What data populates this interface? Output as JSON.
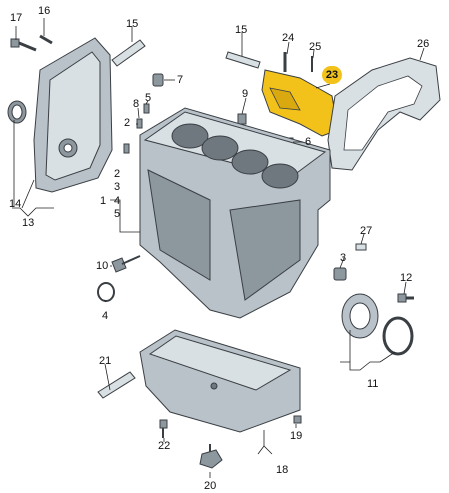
{
  "callouts": {
    "c1": "1",
    "c2": "2",
    "c3": "3",
    "c4a": "4",
    "c4b": "4",
    "c5": "5",
    "c5b": "5",
    "c6": "6",
    "c7": "7",
    "c8": "8",
    "c9": "9",
    "c10": "10",
    "c11": "11",
    "c12": "12",
    "c13": "13",
    "c14": "14",
    "c15a": "15",
    "c15b": "15",
    "c16": "16",
    "c17": "17",
    "c18": "18",
    "c19": "19",
    "c20": "20",
    "c21": "21",
    "c22": "22",
    "c23": "23",
    "c24": "24",
    "c25": "25",
    "c26": "26",
    "c27": "27",
    "c3b": "3"
  },
  "colors": {
    "part": "#b8c2c8",
    "part_dark": "#8d979e",
    "highlight": "#f2c21b",
    "line": "#222222"
  }
}
